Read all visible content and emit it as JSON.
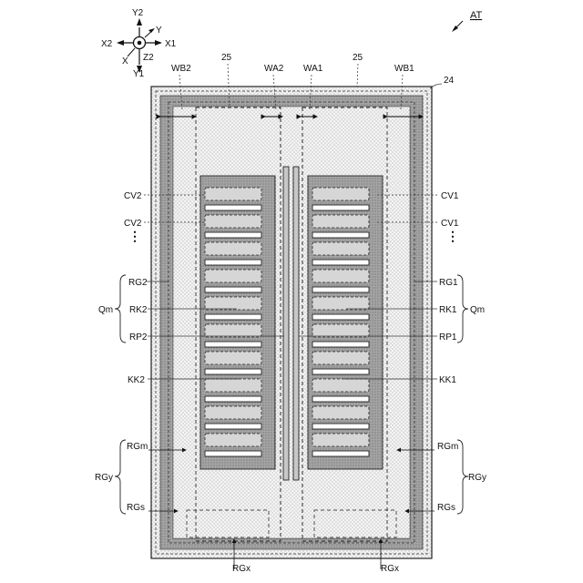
{
  "figure_ref": "AT",
  "axes": {
    "y2": "Y2",
    "y": "Y",
    "x1": "X1",
    "x2": "X2",
    "x": "X",
    "z2": "Z2",
    "y1": "Y1"
  },
  "labels": {
    "n25_left": "25",
    "n25_right": "25",
    "n24": "24",
    "wb2": "WB2",
    "wa2": "WA2",
    "wa1": "WA1",
    "wb1": "WB1",
    "cv2_a": "CV2",
    "cv2_b": "CV2",
    "cv1_a": "CV1",
    "cv1_b": "CV1",
    "rg2": "RG2",
    "rg1": "RG1",
    "qm_left": "Qm",
    "qm_right": "Qm",
    "rk2": "RK2",
    "rk1": "RK1",
    "rp2": "RP2",
    "rp1": "RP1",
    "kk2": "KK2",
    "kk1": "KK1",
    "rgm_left": "RGm",
    "rgm_right": "RGm",
    "rgy_left": "RGy",
    "rgy_right": "RGy",
    "rgs_left": "RGs",
    "rgs_right": "RGs",
    "rgx_left": "RGx",
    "rgx_right": "RGx"
  },
  "colors": {
    "gray_band": "#a9a9a9",
    "dot_fill": "#ededed",
    "line": "#222222"
  }
}
